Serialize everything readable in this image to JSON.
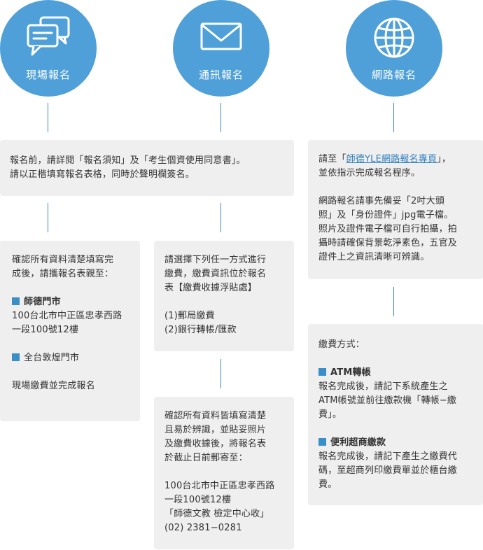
{
  "colors": {
    "accent": "#4fa0d8",
    "line": "#3c8ab8",
    "box_bg": "#efefef",
    "bullet": "#3a8fc8",
    "link": "#2f7fc0"
  },
  "methods": [
    {
      "label": "現場報名",
      "icon": "chat-bubbles-icon"
    },
    {
      "label": "通訊報名",
      "icon": "envelope-icon"
    },
    {
      "label": "網路報名",
      "icon": "globe-icon"
    }
  ],
  "common": {
    "line1": "報名前，請詳閱「報名須知」及「考生個資使用同意書」。",
    "line2": "請以正楷填寫報名表格，同時於聲明欄簽名。"
  },
  "onsite": {
    "lines": [
      "確認所有資料清楚填寫完",
      "成後，請攜報名表親至："
    ],
    "store1": {
      "name": "師德門市",
      "address": [
        "100台北市中正區忠孝西路",
        "一段100號12樓"
      ]
    },
    "store2": {
      "name": "全台敦煌門市"
    },
    "note": "現場繳費並完成報名"
  },
  "mail": {
    "payment": {
      "lines": [
        "請選擇下列任一方式進行",
        "繳費，繳費資訊位於報名",
        "表【繳費收據浮貼處】"
      ],
      "options": [
        "(1)郵局繳費",
        "(2)銀行轉帳/匯款"
      ]
    },
    "send": {
      "lines": [
        "確認所有資料皆填寫清楚",
        "且易於辨識，並貼妥照片",
        "及繳費收據後，將報名表",
        "於截止日前郵寄至："
      ],
      "address": [
        "100台北市中正區忠孝西路",
        "一段100號12樓",
        "「師德文教 檢定中心收」",
        "(02) 2381−0281"
      ]
    }
  },
  "online": {
    "intro": {
      "prefix": "請至「",
      "link": "師德YLE網路報名專頁",
      "suffix": "」，",
      "line2": "並依指示完成報名程序。"
    },
    "prepare": [
      "網路報名請事先備妥「2吋大頭",
      "照」及「身份證件」jpg電子檔。",
      "照片及證件電子檔可自行拍攝，拍",
      "攝時請確保背景乾淨素色，五官及",
      "證件上之資訊清晰可辨識。"
    ],
    "pay": {
      "title": "繳費方式：",
      "atm": {
        "name": "ATM轉帳",
        "lines": [
          "報名完成後，請記下系統產生之",
          "ATM帳號並前往繳款機「轉帳−繳",
          "費」。"
        ]
      },
      "store": {
        "name": "便利超商繳款",
        "lines": [
          "報名完成後，請記下產生之繳費代",
          "碼，至超商列印繳費單並於櫃台繳",
          "費。"
        ]
      }
    }
  }
}
